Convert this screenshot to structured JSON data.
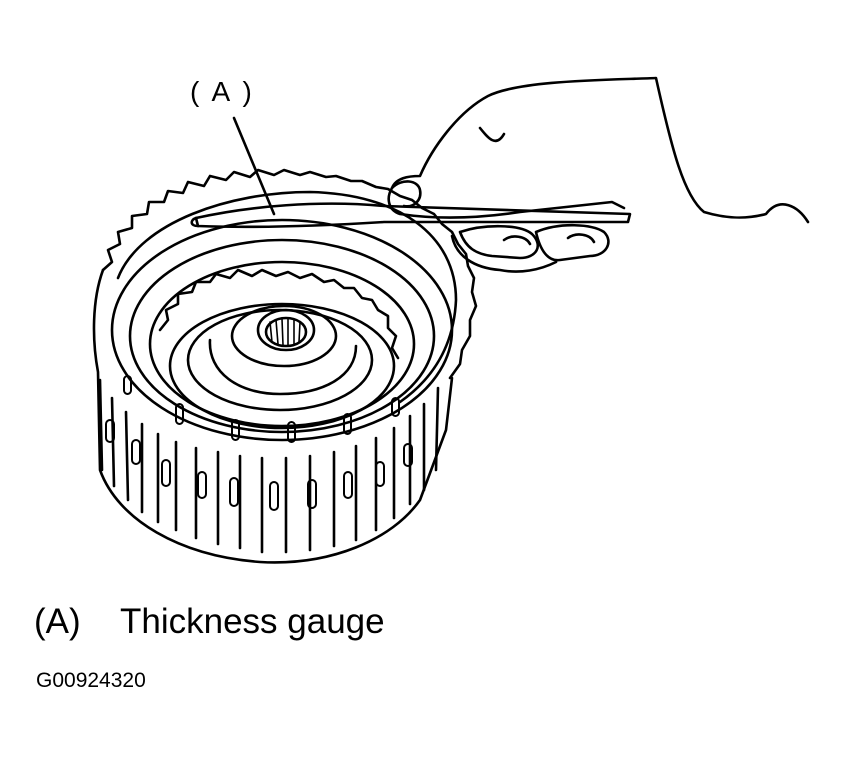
{
  "figure": {
    "callout_label": "( A )",
    "legend": {
      "key": "(A)",
      "text": "Thickness gauge"
    },
    "figure_id": "G00924320"
  },
  "colors": {
    "line": "#000000",
    "background": "#ffffff"
  }
}
